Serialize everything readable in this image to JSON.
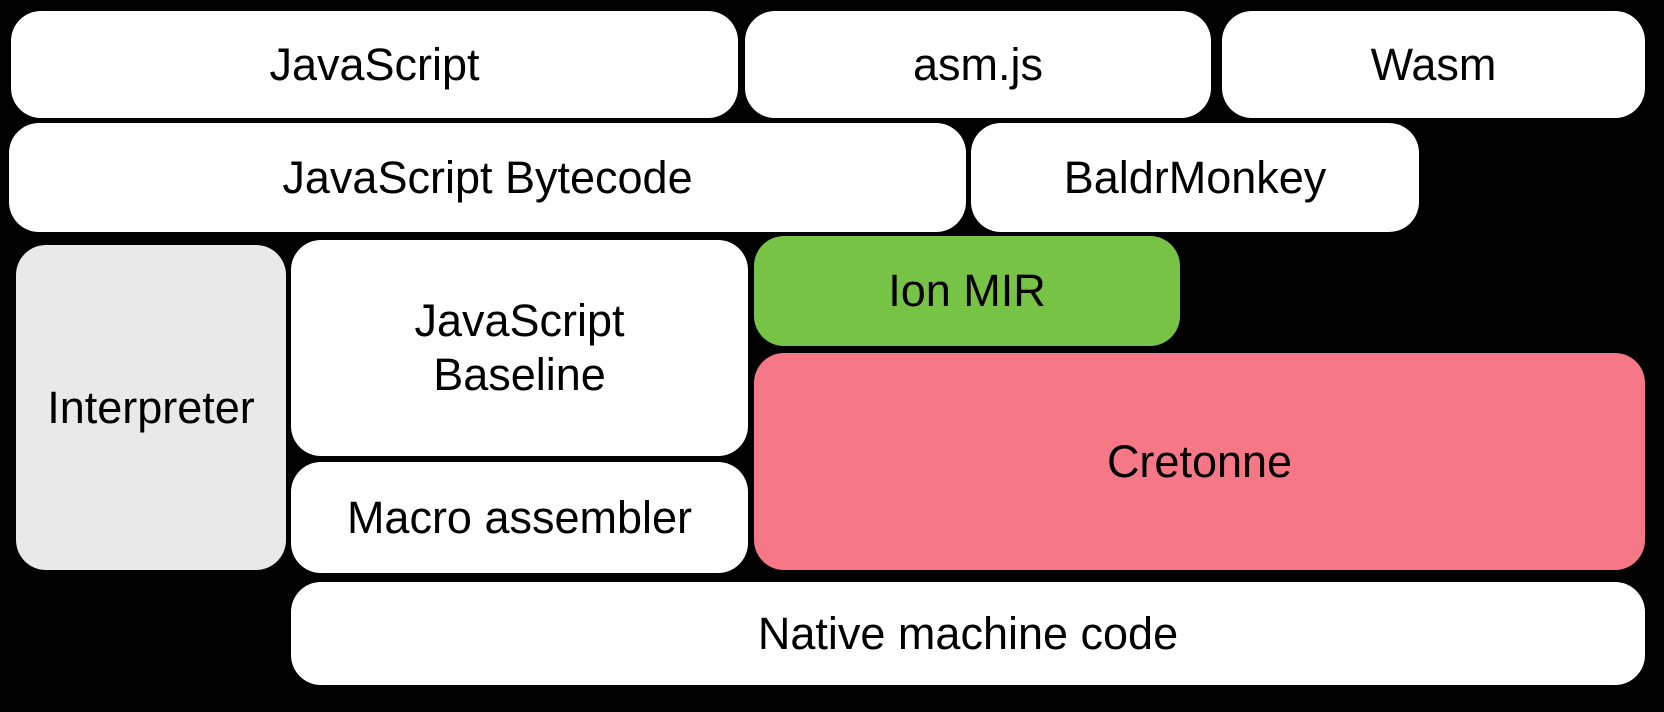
{
  "diagram": {
    "background_color": "#000000",
    "default_box_color": "#ffffff",
    "text_color": "#000000",
    "boxes": {
      "javascript": {
        "label": "JavaScript",
        "fill": "#ffffff"
      },
      "asmjs": {
        "label": "asm.js",
        "fill": "#ffffff"
      },
      "wasm": {
        "label": "Wasm",
        "fill": "#ffffff"
      },
      "javascript_bytecode": {
        "label": "JavaScript Bytecode",
        "fill": "#ffffff"
      },
      "baldrmonkey": {
        "label": "BaldrMonkey",
        "fill": "#ffffff"
      },
      "interpreter": {
        "label": "Interpreter",
        "fill": "#e9e9e9"
      },
      "javascript_baseline": {
        "label": "JavaScript Baseline",
        "line1": "JavaScript",
        "line2": "Baseline",
        "fill": "#ffffff"
      },
      "ion_mir": {
        "label": "Ion MIR",
        "fill": "#77c346"
      },
      "cretonne": {
        "label": "Cretonne",
        "fill": "#f67886"
      },
      "macro_assembler": {
        "label": "Macro assembler",
        "fill": "#ffffff"
      },
      "native_machine_code": {
        "label": "Native machine code",
        "fill": "#ffffff"
      }
    }
  }
}
